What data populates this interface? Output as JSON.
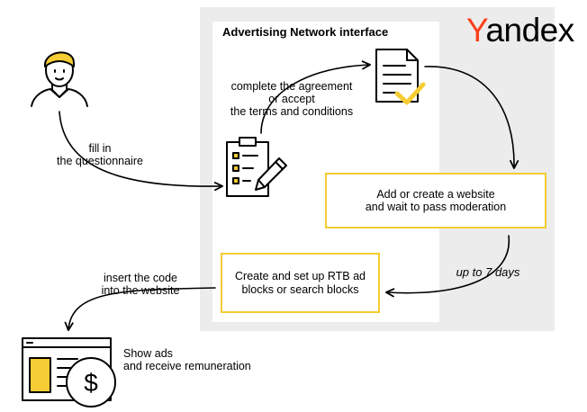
{
  "brand": {
    "logo_first_letter": "Y",
    "logo_rest": "andex",
    "logo_color": "#fc3f1d"
  },
  "panel": {
    "title": "Advertising Network interface"
  },
  "accent_color": "#f5cc33",
  "steps": {
    "fill_in": [
      "fill in",
      "the questionnaire"
    ],
    "agreement": [
      "complete the agreement",
      "or accept",
      "the terms and conditions"
    ],
    "website": [
      "Add or create a website",
      "and wait to pass moderation"
    ],
    "duration": "up to 7 days",
    "rtb": [
      "Create and set up RTB ad",
      "blocks or search blocks"
    ],
    "insert_code": [
      "insert the code",
      "into the website"
    ],
    "show_ads": [
      "Show ads",
      "and receive remuneration"
    ]
  },
  "icons": [
    "user-icon",
    "clipboard-icon",
    "document-icon",
    "browser-icon",
    "dollar-coin-icon"
  ]
}
